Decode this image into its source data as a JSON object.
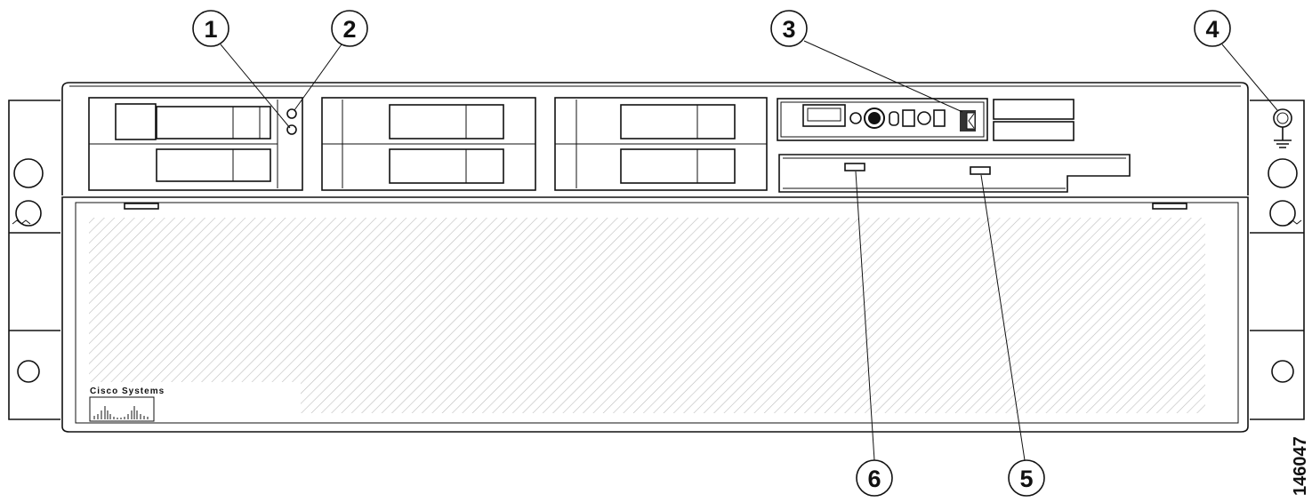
{
  "callouts": [
    {
      "label": "1"
    },
    {
      "label": "2"
    },
    {
      "label": "3"
    },
    {
      "label": "4"
    },
    {
      "label": "5"
    },
    {
      "label": "6"
    }
  ],
  "logo": {
    "text": "Cisco Systems"
  },
  "figure_id": "146047",
  "colors": {
    "line": "#111111",
    "hatch": "#bdbdbd",
    "background": "#ffffff"
  }
}
